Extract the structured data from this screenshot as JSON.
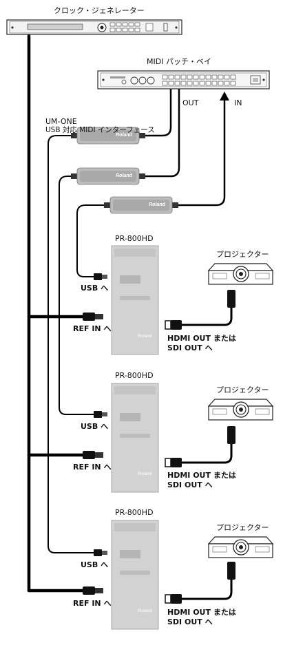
{
  "title_clock_generator": "クロック・ジェネレーター",
  "title_midi_patch_bay": "MIDI パッチ・ベイ",
  "port_out": "OUT",
  "port_in": "IN",
  "um_one_name": "UM-ONE",
  "um_one_desc": "USB 対応 MIDI インターフェース",
  "device_brand": "Roland",
  "units": [
    {
      "pc_name": "PR-800HD",
      "usb_label": "USB へ",
      "ref_label": "REF IN へ",
      "projector_label": "プロジェクター",
      "hdmi_label_1": "HDMI OUT または",
      "hdmi_label_2": "SDI OUT へ"
    },
    {
      "pc_name": "PR-800HD",
      "usb_label": "USB へ",
      "ref_label": "REF IN へ",
      "projector_label": "プロジェクター",
      "hdmi_label_1": "HDMI OUT または",
      "hdmi_label_2": "SDI OUT へ"
    },
    {
      "pc_name": "PR-800HD",
      "usb_label": "USB へ",
      "ref_label": "REF IN へ",
      "projector_label": "プロジェクター",
      "hdmi_label_1": "HDMI OUT または",
      "hdmi_label_2": "SDI OUT へ"
    }
  ]
}
